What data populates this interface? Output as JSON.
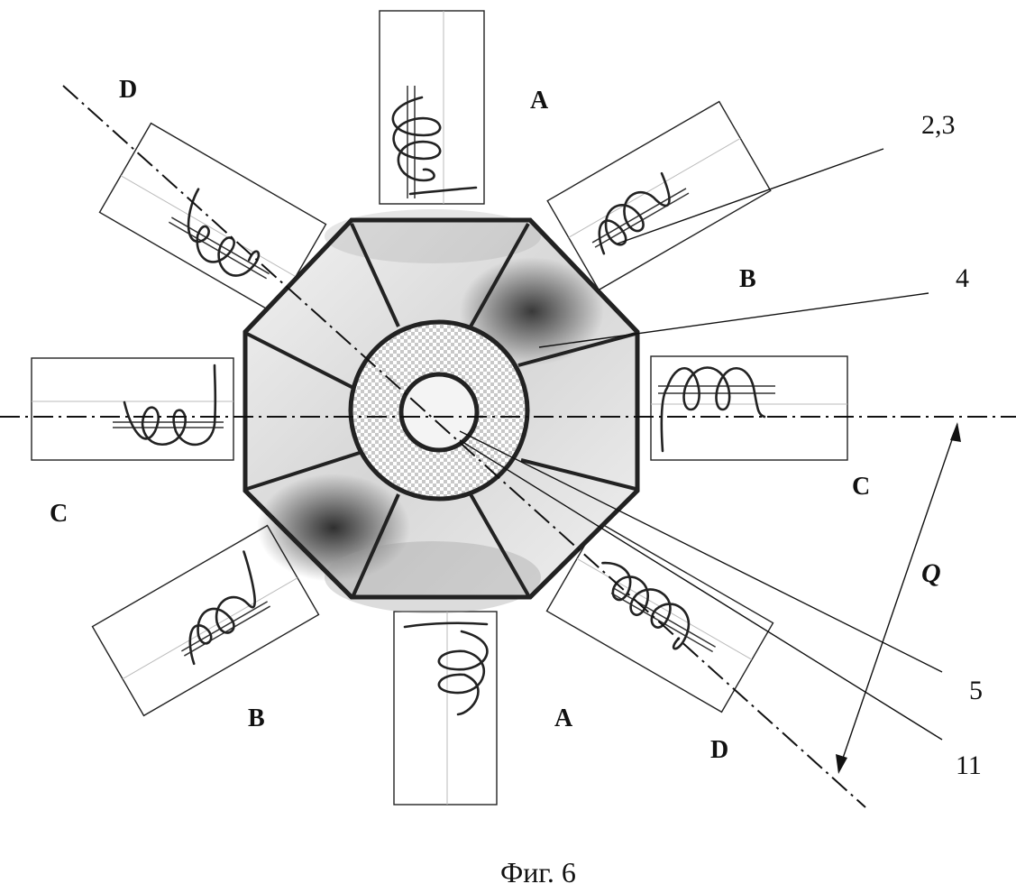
{
  "figure": {
    "caption": "Фиг. 6",
    "phase_labels": {
      "a_top": "A",
      "a_bottom": "A",
      "b_right": "B",
      "b_left": "B",
      "c_right": "C",
      "c_left": "C",
      "d_top": "D",
      "d_bottom": "D"
    },
    "reference_labels": {
      "ref_2_3": "2,3",
      "ref_4": "4",
      "ref_5": "5",
      "ref_11": "11"
    },
    "angle_label": "Q",
    "colors": {
      "line": "#111111",
      "octagon_light": "#eeeeee",
      "octagon_dark": "#1a1a1a",
      "ring_pattern_a": "#ffffff",
      "ring_pattern_b": "#c8c8c8"
    }
  }
}
